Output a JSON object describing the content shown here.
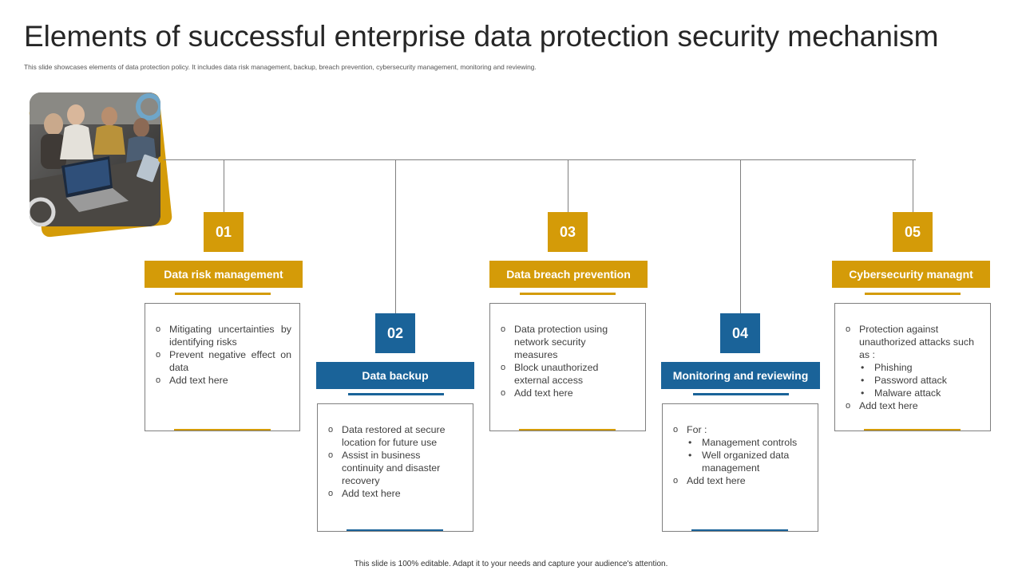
{
  "header": {
    "title": "Elements of successful enterprise data protection security mechanism",
    "subtitle": "This slide showcases elements of data protection policy. It includes data risk management, backup, breach prevention, cybersecurity management, monitoring and reviewing."
  },
  "colors": {
    "gold": "#d49b08",
    "blue": "#1a6399",
    "line": "#7f7f7f"
  },
  "photo": {
    "icon": "team-meeting-photo"
  },
  "elements": [
    {
      "number": "01",
      "label": "Data risk management",
      "items": [
        {
          "text": "Mitigating uncertainties by identifying risks"
        },
        {
          "text": "Prevent negative effect on data"
        },
        {
          "text": "Add text here"
        }
      ]
    },
    {
      "number": "02",
      "label": "Data backup",
      "items": [
        {
          "text": "Data restored at secure location for future use"
        },
        {
          "text": "Assist in business continuity and disaster recovery"
        },
        {
          "text": "Add text here"
        }
      ]
    },
    {
      "number": "03",
      "label": "Data breach prevention",
      "items": [
        {
          "text": "Data protection using network security measures"
        },
        {
          "text": "Block unauthorized external access"
        },
        {
          "text": "Add text here"
        }
      ]
    },
    {
      "number": "04",
      "label": "Monitoring and reviewing",
      "items": [
        {
          "text": "For :",
          "sub": [
            "Management controls",
            "Well organized data management"
          ]
        },
        {
          "text": "Add text here"
        }
      ]
    },
    {
      "number": "05",
      "label": "Cybersecurity managnt",
      "items": [
        {
          "text": "Protection against unauthorized attacks such as :",
          "sub": [
            "Phishing",
            "Password attack",
            "Malware attack"
          ]
        },
        {
          "text": "Add text here"
        }
      ]
    }
  ],
  "footer": {
    "text": "This slide is 100% editable. Adapt it to your needs and capture your audience's attention."
  }
}
